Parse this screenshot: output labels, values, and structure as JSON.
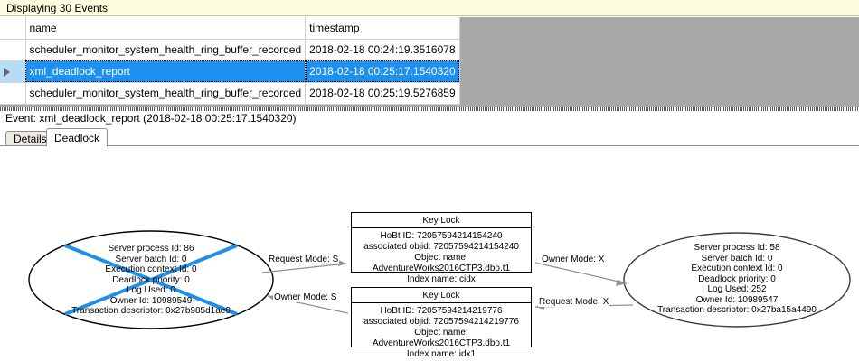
{
  "banner": {
    "text": "Displaying 30 Events"
  },
  "grid": {
    "columns": [
      "",
      "name",
      "timestamp"
    ],
    "rows": [
      {
        "selector": "",
        "name": "scheduler_monitor_system_health_ring_buffer_recorded",
        "timestamp": "2018-02-18 00:24:19.3516078",
        "selected": false
      },
      {
        "selector": "row-arrow",
        "name": "xml_deadlock_report",
        "timestamp": "2018-02-18 00:25:17.1540320",
        "selected": true
      },
      {
        "selector": "",
        "name": "scheduler_monitor_system_health_ring_buffer_recorded",
        "timestamp": "2018-02-18 00:25:19.5276859",
        "selected": false
      }
    ]
  },
  "event_label": "Event: xml_deadlock_report (2018-02-18 00:25:17.1540320)",
  "tabs": [
    {
      "label": "Details",
      "active": false
    },
    {
      "label": "Deadlock",
      "active": true
    }
  ],
  "deadlock_graph": {
    "victim_process": {
      "lines": [
        "Server process Id: 86",
        "Server batch Id: 0",
        "Execution context Id: 0",
        "Deadlock priority: 0",
        "Log Used: 0",
        "Owner Id: 10989549",
        "Transaction descriptor: 0x27b985d1ae0"
      ],
      "victim_cross_color": "#1f8fe8"
    },
    "surviving_process": {
      "lines": [
        "Server process Id: 58",
        "Server batch Id: 0",
        "Execution context Id: 0",
        "Deadlock priority: 0",
        "Log Used: 252",
        "Owner Id: 10989547",
        "Transaction descriptor: 0x27ba15a4490"
      ]
    },
    "resource_top": {
      "title": "Key Lock",
      "lines": [
        "HoBt ID: 72057594214154240",
        "associated objid: 72057594214154240",
        "Object name: AdventureWorks2016CTP3.dbo.t1",
        "Index name: cidx"
      ]
    },
    "resource_bottom": {
      "title": "Key Lock",
      "lines": [
        "HoBt ID: 72057594214219776",
        "associated objid: 72057594214219776",
        "Object name: AdventureWorks2016CTP3.dbo.t1",
        "Index name: idx1"
      ]
    },
    "edges": [
      {
        "label": "Request Mode: S"
      },
      {
        "label": "Owner Mode: X"
      },
      {
        "label": "Owner Mode: S"
      },
      {
        "label": "Request Mode: X"
      }
    ]
  }
}
